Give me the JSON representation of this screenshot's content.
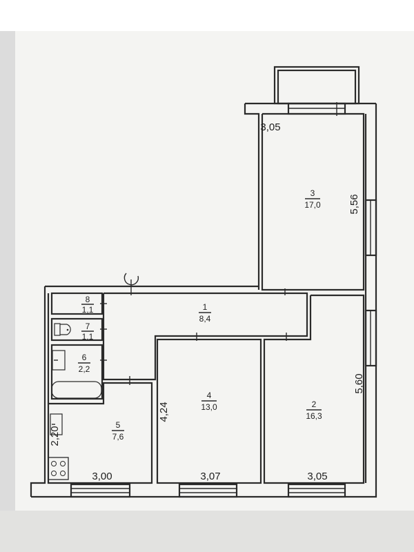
{
  "rooms": [
    {
      "number": "1",
      "area": "8,4"
    },
    {
      "number": "2",
      "area": "16,3"
    },
    {
      "number": "3",
      "area": "17,0"
    },
    {
      "number": "4",
      "area": "13,0"
    },
    {
      "number": "5",
      "area": "7,6"
    },
    {
      "number": "6",
      "area": "2,2"
    },
    {
      "number": "7",
      "area": "1,1"
    },
    {
      "number": "8",
      "area": "1,1"
    }
  ],
  "dimensions": {
    "room3_width": "3,05",
    "room3_length": "5,56",
    "room2_length": "5,60",
    "room4_length": "4,24",
    "room5_length": "2,20",
    "room5_width": "3,00",
    "room4_width": "3,07",
    "room2_width": "3,05"
  },
  "colors": {
    "paper": "#f4f4f2",
    "ink": "#2a2a2a"
  }
}
